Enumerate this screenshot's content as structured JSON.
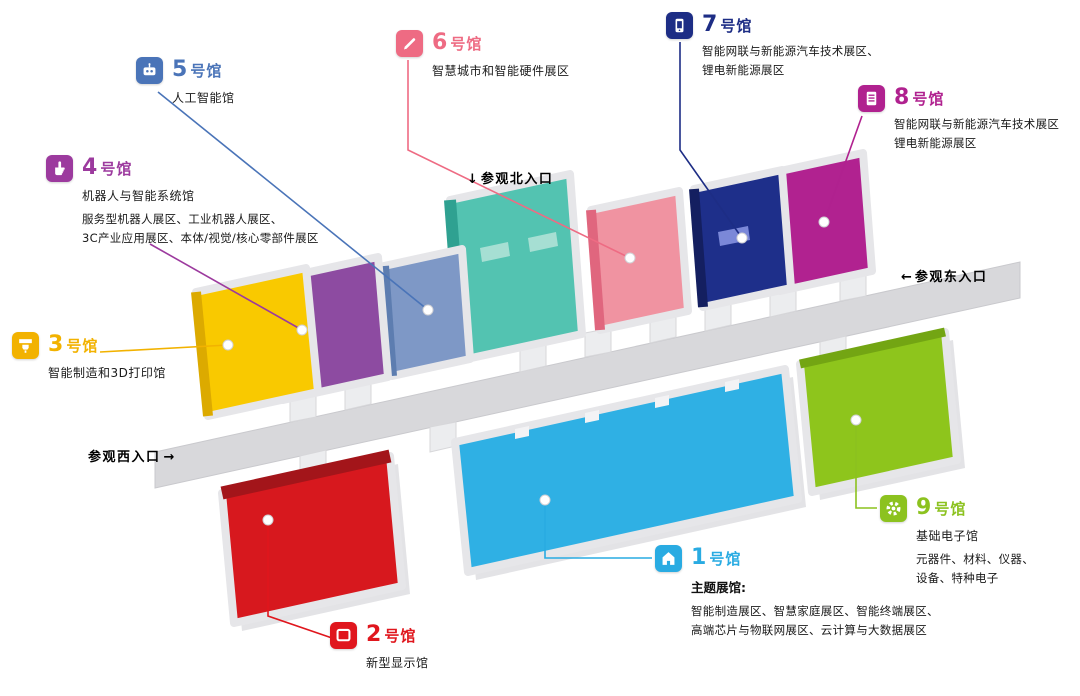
{
  "halls": [
    {
      "num": "1",
      "suffix": "号馆",
      "heading": "主题展馆:",
      "desc": [
        "智能制造展区、智慧家庭展区、智能终端展区、",
        "高端芯片与物联网展区、云计算与大数据展区"
      ],
      "label_color": "#29abe2",
      "floor_color": "#2fb0e4",
      "wall_color": "#1b93c8"
    },
    {
      "num": "2",
      "suffix": "号馆",
      "name": "新型显示馆",
      "label_color": "#e0161d",
      "floor_color": "#d7181e",
      "wall_color": "#a3151a"
    },
    {
      "num": "3",
      "suffix": "号馆",
      "name": "智能制造和3D打印馆",
      "label_color": "#f2b200",
      "floor_color": "#f9c900",
      "wall_color": "#dcaa00"
    },
    {
      "num": "4",
      "suffix": "号馆",
      "name": "机器人与智能系统馆",
      "desc": [
        "服务型机器人展区、工业机器人展区、",
        "3C产业应用展区、本体/视觉/核心零部件展区"
      ],
      "label_color": "#9c3a9e",
      "floor_color": "#8d4ba1",
      "wall_color": "#6f3084"
    },
    {
      "num": "5",
      "suffix": "号馆",
      "name": "人工智能馆",
      "label_color": "#4a74b8",
      "floor_color": "#7e98c6",
      "wall_color": "#5d7db0"
    },
    {
      "num": "6",
      "suffix": "号馆",
      "name": "智慧城市和智能硬件展区",
      "label_color": "#ee6b83",
      "floor_color": "#f093a1",
      "wall_color": "#e0667e"
    },
    {
      "num": "7",
      "suffix": "号馆",
      "desc": [
        "智能网联与新能源汽车技术展区、",
        "锂电新能源展区"
      ],
      "label_color": "#1d2d85",
      "floor_color": "#1e2f8a",
      "wall_color": "#141f60",
      "booth_color": "#7b88d8"
    },
    {
      "num": "8",
      "suffix": "号馆",
      "desc": [
        "智能网联与新能源汽车技术展区",
        "锂电新能源展区"
      ],
      "label_color": "#b0218f",
      "floor_color": "#b12290",
      "wall_color": "#8c1571"
    },
    {
      "num": "9",
      "suffix": "号馆",
      "name": "基础电子馆",
      "desc": [
        "元器件、材料、仪器、",
        "设备、特种电子"
      ],
      "label_color": "#8cc21f",
      "floor_color": "#8ec51c",
      "wall_color": "#73a513"
    }
  ],
  "north_hall": {
    "floor_color": "#53c3b1",
    "wall_color": "#2fa191",
    "booth_color": "#a6dfd3"
  },
  "corridor": {
    "fill": "#d8d8db",
    "stub": "#ecedef"
  },
  "entrances": {
    "north": "参观北入口",
    "north_arrow": "↓",
    "east": "参观东入口",
    "east_arrow": "←",
    "west": "参观西入口",
    "west_arrow": "→"
  }
}
